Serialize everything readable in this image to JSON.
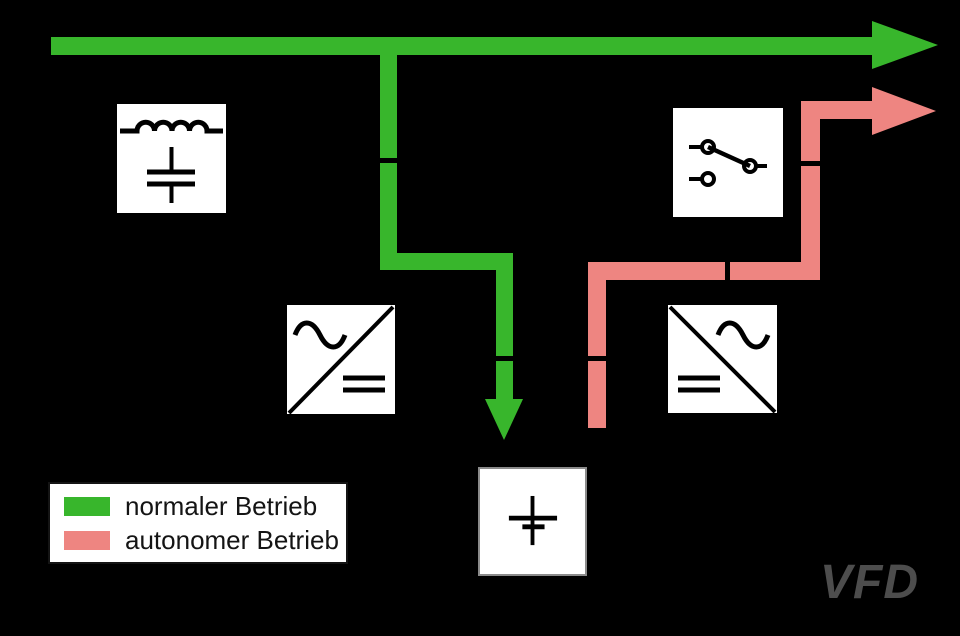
{
  "diagram": {
    "title": "UPS / drive power-path diagram",
    "colors": {
      "background": "#000000",
      "normal_flow": "#38b62c",
      "autonomous_flow": "#ee8581",
      "component_fill": "#ffffff",
      "symbol_stroke": "#000000",
      "watermark": "#4d4d4d",
      "legend_text": "#141414"
    },
    "legend": {
      "items": [
        {
          "id": "normal",
          "label": "normaler Betrieb",
          "color_key": "normal_flow"
        },
        {
          "id": "autonomous",
          "label": "autonomer Betrieb",
          "color_key": "autonomous_flow"
        }
      ]
    },
    "watermark": {
      "text": "VFD",
      "color": "#4d4d4d"
    },
    "components": [
      {
        "id": "grid-filter",
        "icon": "lc-filter-icon"
      },
      {
        "id": "grid-switch",
        "icon": "disconnect-switch-icon"
      },
      {
        "id": "rectifier",
        "icon": "ac-dc-converter-icon"
      },
      {
        "id": "inverter",
        "icon": "dc-ac-converter-icon"
      },
      {
        "id": "dc-storage",
        "icon": "battery-icon"
      }
    ],
    "flows": [
      {
        "id": "normal-bus",
        "color_key": "normal_flow",
        "direction": "right"
      },
      {
        "id": "normal-branch-down",
        "color_key": "normal_flow",
        "direction": "down"
      },
      {
        "id": "autonomous-bus",
        "color_key": "autonomous_flow",
        "direction": "right"
      }
    ]
  }
}
